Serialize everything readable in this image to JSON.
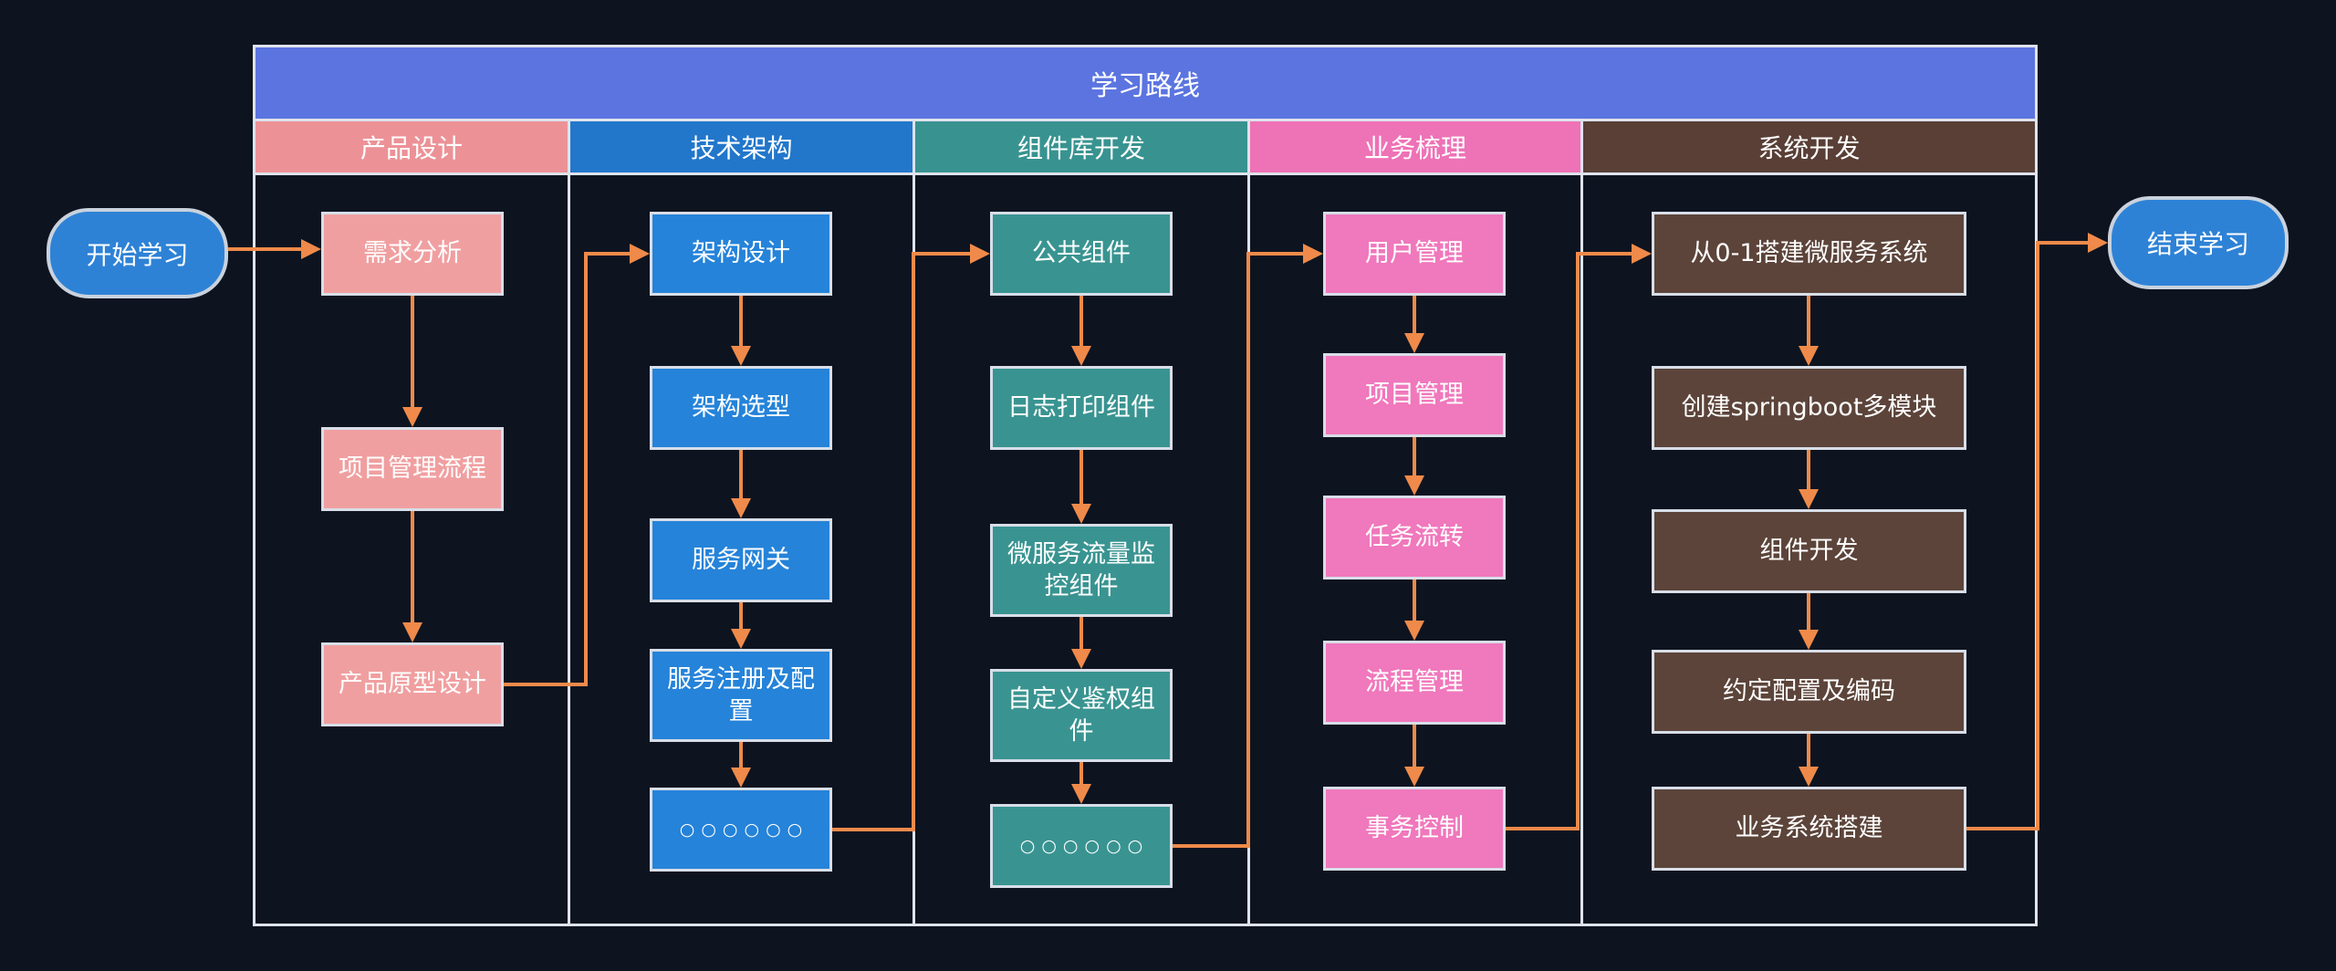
{
  "diagram": {
    "title": "学习路线",
    "start_node": {
      "label": "开始学习"
    },
    "end_node": {
      "label": "结束学习"
    },
    "columns": [
      {
        "header": "产品设计",
        "header_color": "#ec9297",
        "box_color": "#f09fa0",
        "boxes": [
          "需求分析",
          "项目管理流程",
          "产品原型设计"
        ]
      },
      {
        "header": "技术架构",
        "header_color": "#2277cb",
        "box_color": "#2583d9",
        "boxes": [
          "架构设计",
          "架构选型",
          "服务网关",
          "服务注册及配置",
          "○○○○○○"
        ]
      },
      {
        "header": "组件库开发",
        "header_color": "#389390",
        "box_color": "#399491",
        "boxes": [
          "公共组件",
          "日志打印组件",
          "微服务流量监控组件",
          "自定义鉴权组件",
          "○○○○○○"
        ]
      },
      {
        "header": "业务梳理",
        "header_color": "#ee72b6",
        "box_color": "#f078bc",
        "boxes": [
          "用户管理",
          "项目管理",
          "任务流转",
          "流程管理",
          "事务控制"
        ]
      },
      {
        "header": "系统开发",
        "header_color": "#593f36",
        "box_color": "#5c443a",
        "boxes": [
          "从0-1搭建微服务系统",
          "创建springboot多模块",
          "组件开发",
          "约定配置及编码",
          "业务系统搭建"
        ]
      }
    ],
    "colors": {
      "background": "#0d1420",
      "title_bar": "#5b74e0",
      "arrow": "#ef8a4a",
      "node_fill": "#2e82d6",
      "frame_border": "#dfe3ec"
    }
  }
}
